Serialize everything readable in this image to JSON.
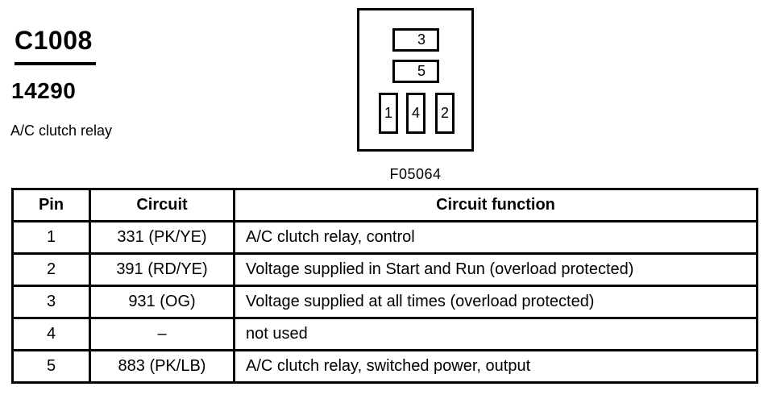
{
  "page": {
    "connector_id": "C1008",
    "part_number": "14290",
    "description": "A/C clutch relay"
  },
  "diagram": {
    "figure_code": "F05064",
    "cavities": {
      "top_wide": "3",
      "middle_wide": "5",
      "bottom_left": "1",
      "bottom_center": "4",
      "bottom_right": "2"
    }
  },
  "table": {
    "headers": [
      "Pin",
      "Circuit",
      "Circuit function"
    ],
    "rows": [
      {
        "pin": "1",
        "circuit": "331 (PK/YE)",
        "function": "A/C clutch relay, control"
      },
      {
        "pin": "2",
        "circuit": "391 (RD/YE)",
        "function": "Voltage supplied in Start and Run (overload protected)"
      },
      {
        "pin": "3",
        "circuit": "931 (OG)",
        "function": "Voltage supplied at all times (overload protected)"
      },
      {
        "pin": "4",
        "circuit": "–",
        "function": "not used"
      },
      {
        "pin": "5",
        "circuit": "883 (PK/LB)",
        "function": "A/C clutch relay, switched power, output"
      }
    ]
  },
  "colors": {
    "ink": "#000000",
    "background": "#ffffff"
  }
}
